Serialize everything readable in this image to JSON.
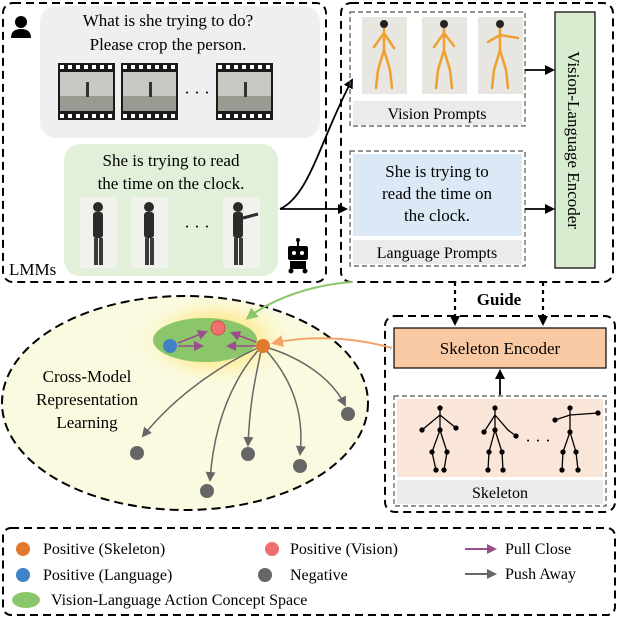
{
  "lmm_panel": {
    "question_line1": "What is she trying to do?",
    "question_line2": "Please crop the person.",
    "ellipsis": "· · ·",
    "answer_line1": "She is trying to read",
    "answer_line2": "the time on the clock.",
    "label": "LMMs"
  },
  "prompts": {
    "vision_label": "Vision Prompts",
    "language_text_line1": "She is trying to",
    "language_text_line2": "read the time on",
    "language_text_line3": "the clock.",
    "language_label": "Language Prompts"
  },
  "vl_encoder": {
    "label": "Vision-Language Encoder"
  },
  "guide": {
    "label": "Guide"
  },
  "skeleton_panel": {
    "encoder_label": "Skeleton Encoder",
    "ellipsis": "· · ·",
    "label": "Skeleton"
  },
  "representation": {
    "line1": "Cross-Model",
    "line2": "Representation",
    "line3": "Learning"
  },
  "legend": {
    "positive_skeleton": "Positive (Skeleton)",
    "positive_language": "Positive (Language)",
    "positive_vision": "Positive (Vision)",
    "negative": "Negative",
    "concept_space": "Vision-Language Action Concept Space",
    "pull_close": "Pull Close",
    "push_away": "Push Away"
  },
  "colors": {
    "skeleton_orange": "#e07a2e",
    "language_blue": "#3f83c6",
    "vision_red": "#f07070",
    "negative_gray": "#666666",
    "concept_green": "#8cc66a",
    "pull_purple": "#9b4d8c",
    "encoder_fill": "#f8c9a3",
    "vl_encoder_fill": "#d8ecd0",
    "language_box_fill": "#dbe8f5",
    "lmm_answer_fill": "#e2f0d9"
  }
}
